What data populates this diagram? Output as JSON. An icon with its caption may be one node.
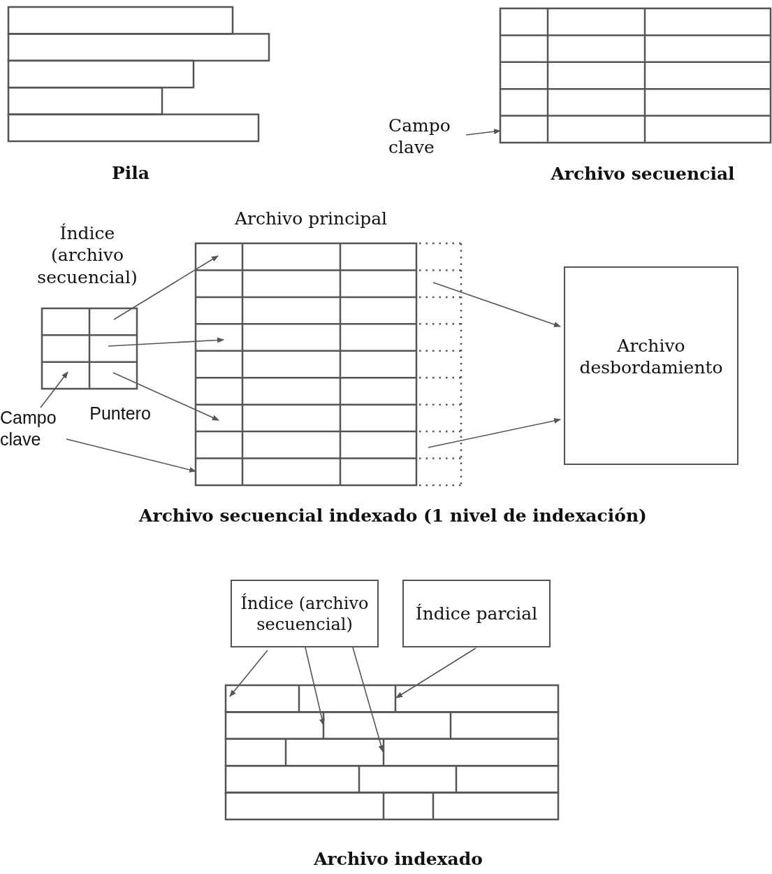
{
  "diagram": {
    "nodes": [
      {
        "text": [],
        "shape": "table",
        "beside": [
          "Pila"
        ]
      },
      {
        "text": [],
        "shape": "table",
        "beside": [
          "Archivo secuencial"
        ]
      },
      {
        "text": [
          "Campo clave"
        ]
      },
      {
        "text": [],
        "shape": "table",
        "beside": [
          "Índice (archivo secuencial)"
        ]
      },
      {
        "text": [],
        "shape": "table",
        "beside": [
          "Archivo principal"
        ]
      },
      {
        "text": [],
        "shape": "box"
      },
      {
        "text": [
          "Archivo desbordamiento"
        ]
      },
      {
        "text": [
          "Campo clave"
        ]
      },
      {
        "text": [
          "Índice (archivo secuencial)"
        ]
      },
      {
        "text": [
          "Índice parcial"
        ]
      },
      {
        "text": [],
        "shape": "table",
        "beside": [
          "Archivo indexado"
        ]
      }
    ],
    "edges": [
      {
        "from": 2,
        "to": 1,
        "arrow": "to"
      },
      {
        "from": 3,
        "to": 4,
        "arrow": "to"
      },
      {
        "from": 3,
        "to": 4,
        "arrow": "to"
      },
      {
        "from": 3,
        "to": 4,
        "arrow": "to"
      },
      {
        "from": 7,
        "to": 3,
        "arrow": "to"
      },
      {
        "from": 7,
        "to": 4,
        "arrow": "to"
      },
      {
        "from": 5,
        "to": 6,
        "arrow": "to"
      },
      {
        "from": 5,
        "to": 6,
        "arrow": "to"
      },
      {
        "from": 8,
        "to": 10,
        "arrow": "to"
      },
      {
        "from": 8,
        "to": 10,
        "arrow": "to"
      },
      {
        "from": 8,
        "to": 10,
        "arrow": "to"
      },
      {
        "from": 9,
        "to": 10,
        "arrow": "to"
      }
    ],
    "labels": [
      "Puntero",
      "Archivo secuencial indexado (1 nivel de indexación)"
    ]
  }
}
